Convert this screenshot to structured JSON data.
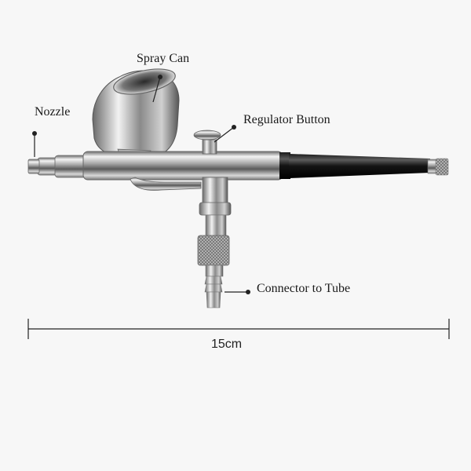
{
  "labels": {
    "spray_can": "Spray Can",
    "nozzle": "Nozzle",
    "regulator_button": "Regulator Button",
    "connector": "Connector to Tube"
  },
  "measurement": {
    "length": "15cm"
  }
}
